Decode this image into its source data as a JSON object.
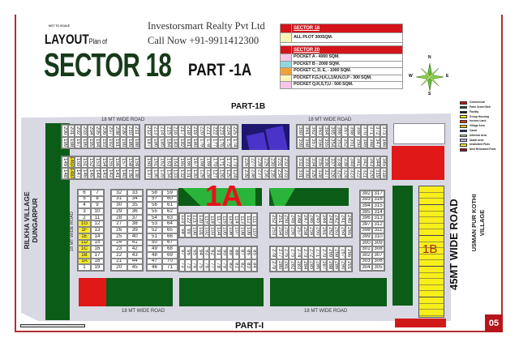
{
  "header": {
    "not_to_scale": "NOT TO SCALE",
    "layout": "LAYOUT",
    "plan_of": "Plan of",
    "sector": "SECTOR 18",
    "part": "PART -1A",
    "company": "Investorsmart Realty Pvt Ltd",
    "phone": "Call Now +91-9911412300"
  },
  "size_table": {
    "rows": [
      {
        "label": "SECTOR 18",
        "header": true,
        "color": "#d4141b"
      },
      {
        "label": "ALL PLOT  300SQM.",
        "header": false,
        "color": "#fbf6b8"
      },
      {
        "label": "SECTOR 20",
        "header": true,
        "color": "#d4141b"
      },
      {
        "label": "POCKET A   - 4000 SQM.",
        "header": false,
        "color": "#f6c6ea"
      },
      {
        "label": "POCKET B   - 2000 SQM.",
        "header": false,
        "color": "#8fd8e0"
      },
      {
        "label": "POCKET C, D, E, - 1000 SQM.",
        "header": false,
        "color": "#f3a23a"
      },
      {
        "label": "POCKET  F,G,H,K,I,J,M,N,O,P  - 300 SQM.",
        "header": false,
        "color": "#fbf6b8"
      },
      {
        "label": "POCKET Q,R,S,T,U  - 500 SQM.",
        "header": false,
        "color": "#f6c6ea"
      }
    ]
  },
  "compass": {
    "north": "N",
    "south": "S",
    "east": "E",
    "west": "W"
  },
  "map_key": [
    {
      "label": "Commercial",
      "color": "#c0141b"
    },
    {
      "label": "Park/ Green Belt",
      "color": "#0b5c16"
    },
    {
      "label": "Facility",
      "color": "#111111"
    },
    {
      "label": "Group Housing",
      "color": "#f2e81e"
    },
    {
      "label": "Income Land",
      "color": "#d9361c"
    },
    {
      "label": "Village Area",
      "color": "#f4c520"
    },
    {
      "label": "Canal",
      "color": "#1a2a9c"
    },
    {
      "label": "Informal Area",
      "color": "#a9dfc6"
    },
    {
      "label": "Abadi Area",
      "color": "#b8b8e8"
    },
    {
      "label": "Unallotted Plots",
      "color": "#f7ee1c"
    },
    {
      "label": "New Relocated Plots",
      "color": "#9c1027"
    }
  ],
  "labels": {
    "part_1b": "PART-1B",
    "part_1": "PART-I",
    "road_top_left": "18 MT WIDE  ROAD",
    "road_top_right": "18 MT WIDE  ROAD",
    "road_bottom_left": "18 MT WIDE  ROAD",
    "road_bottom_right": "18 MT WIDE  ROAD",
    "road_left_vertical": "18 MT WIDE  ROAD",
    "road_45": "45MT WIDE ROAD",
    "village_left": "RILKHA VILLAGE DUNGARPUR",
    "village_right": "USMAN PUR KOTHI VILLAGE",
    "zone_1a": "1A",
    "zone_1b": "1B",
    "page_number": "05"
  },
  "highlighted_plots": [
    "149A",
    "148A",
    "1G",
    "1F",
    "1E",
    "1D",
    "1C",
    "1B",
    "1A"
  ],
  "plot_blocks": [
    {
      "id": "r1",
      "rows": [
        [
          "200",
          "201",
          "202",
          "203",
          "204",
          "205",
          "206",
          "207",
          "208",
          "209",
          "210",
          "211"
        ],
        [
          "199",
          "198",
          "197",
          "196",
          "195",
          "194",
          "193",
          "192",
          "191",
          "190",
          "189",
          "188"
        ]
      ]
    },
    {
      "id": "r2",
      "rows": [
        [
          "212",
          "213",
          "214",
          "215",
          "216",
          "217",
          "218",
          "219",
          "220",
          "221",
          "222",
          "223",
          "224",
          "225"
        ],
        [
          "187",
          "186",
          "185",
          "184",
          "183",
          "182",
          "181",
          "180",
          "179",
          "178",
          "177",
          "176",
          "175",
          "174"
        ]
      ]
    },
    {
      "id": "r3",
      "rows": [
        [
          "360",
          "361",
          "362",
          "363",
          "364",
          "365",
          "366",
          "367",
          "368",
          "369",
          "370",
          "371",
          "372",
          "373"
        ],
        [
          "359",
          "358",
          "357",
          "356",
          "355",
          "354",
          "353",
          "352",
          "351",
          "350",
          "349",
          "348",
          "347",
          "346"
        ]
      ]
    },
    {
      "id": "r4",
      "rows": [
        [
          "149",
          "149A",
          "150",
          "151",
          "152",
          "153",
          "154",
          "155",
          "156",
          "157",
          "158",
          "159"
        ],
        [
          "148",
          "148A",
          "147",
          "146",
          "145",
          "144",
          "143",
          "142",
          "141",
          "140",
          "139",
          "138"
        ]
      ]
    },
    {
      "id": "r5",
      "rows": [
        [
          "160",
          "161",
          "162",
          "163",
          "164",
          "165",
          "166",
          "167",
          "168",
          "169",
          "170",
          "171",
          "172",
          "173"
        ],
        [
          "137",
          "136",
          "135",
          "134",
          "133",
          "132",
          "131",
          "130",
          "129",
          "128",
          "127",
          "126",
          "125",
          "124"
        ]
      ]
    },
    {
      "id": "r6",
      "rows": [
        [
          "226",
          "227",
          "228",
          "229",
          "230",
          "231",
          "232"
        ],
        [
          "239",
          "238",
          "237",
          "236",
          "235",
          "234",
          "233"
        ]
      ]
    },
    {
      "id": "r7",
      "rows": [
        [
          "332",
          "333",
          "334",
          "335",
          "336",
          "337",
          "338",
          "339",
          "340",
          "341",
          "342",
          "343",
          "344",
          "345"
        ],
        [
          "331",
          "330",
          "329",
          "328",
          "327",
          "326",
          "325",
          "324",
          "323",
          "322",
          "321",
          "320",
          "319",
          "318"
        ]
      ]
    },
    {
      "id": "r8",
      "rows": [
        [
          "123",
          "122",
          "121",
          "120",
          "119",
          "118",
          "117",
          "116",
          "115",
          "114",
          "113",
          "112",
          "111"
        ],
        [
          "98",
          "99",
          "100",
          "101",
          "102",
          "103",
          "104",
          "105",
          "106",
          "107",
          "108",
          "109",
          "110"
        ]
      ]
    },
    {
      "id": "r9",
      "rows": [
        [
          "97",
          "96",
          "95",
          "94",
          "93",
          "92",
          "91",
          "90",
          "89",
          "88",
          "87",
          "86",
          "85"
        ],
        [
          "72",
          "73",
          "74",
          "75",
          "76",
          "77",
          "78",
          "79",
          "80",
          "81",
          "82",
          "83",
          "84"
        ]
      ]
    },
    {
      "id": "r10",
      "rows": [
        [
          "252",
          "251",
          "250",
          "249",
          "248",
          "247",
          "246",
          "245",
          "244",
          "243",
          "242",
          "241",
          "240"
        ],
        [
          "253",
          "254",
          "255",
          "256",
          "257",
          "258",
          "259",
          "260",
          "261",
          "262",
          "263",
          "264",
          "265"
        ]
      ]
    },
    {
      "id": "r11",
      "rows": [
        [
          "278",
          "277",
          "276",
          "275",
          "274",
          "273",
          "272",
          "271",
          "270",
          "269",
          "268",
          "267",
          "266"
        ],
        [
          "279",
          "280",
          "281",
          "282",
          "283",
          "284",
          "285",
          "286",
          "287",
          "288",
          "289",
          "290",
          "291"
        ]
      ]
    }
  ],
  "pair_blocks": [
    {
      "id": "p1",
      "pairs": [
        [
          "6",
          "7"
        ],
        [
          "5",
          "8"
        ],
        [
          "4",
          "9"
        ],
        [
          "3",
          "10"
        ],
        [
          "2",
          "11"
        ],
        [
          "1G",
          "12"
        ],
        [
          "1F",
          "13"
        ],
        [
          "1E",
          "14"
        ],
        [
          "1D",
          "15"
        ],
        [
          "1C",
          "16"
        ],
        [
          "1B",
          "17"
        ],
        [
          "1A",
          "18"
        ],
        [
          "1",
          "19"
        ]
      ]
    },
    {
      "id": "p2",
      "pairs": [
        [
          "32",
          "33"
        ],
        [
          "31",
          "34"
        ],
        [
          "30",
          "35"
        ],
        [
          "29",
          "36"
        ],
        [
          "28",
          "37"
        ],
        [
          "27",
          "38"
        ],
        [
          "26",
          "39"
        ],
        [
          "25",
          "40"
        ],
        [
          "24",
          "41"
        ],
        [
          "23",
          "42"
        ],
        [
          "22",
          "43"
        ],
        [
          "21",
          "44"
        ],
        [
          "20",
          "45"
        ]
      ]
    },
    {
      "id": "p3",
      "pairs": [
        [
          "58",
          "59"
        ],
        [
          "57",
          "60"
        ],
        [
          "56",
          "61"
        ],
        [
          "55",
          "62"
        ],
        [
          "54",
          "63"
        ],
        [
          "53",
          "64"
        ],
        [
          "52",
          "65"
        ],
        [
          "51",
          "66"
        ],
        [
          "50",
          "67"
        ],
        [
          "49",
          "68"
        ],
        [
          "48",
          "69"
        ],
        [
          "47",
          "70"
        ],
        [
          "46",
          "71"
        ]
      ]
    },
    {
      "id": "p4",
      "pairs": [
        [
          "392",
          "317"
        ],
        [
          "393",
          "316"
        ],
        [
          "394",
          "315"
        ],
        [
          "395",
          "314"
        ],
        [
          "396",
          "313"
        ],
        [
          "397",
          "312"
        ],
        [
          "398",
          "311"
        ],
        [
          "399",
          "310"
        ],
        [
          "300",
          "309"
        ],
        [
          "301",
          "308"
        ],
        [
          "302",
          "307"
        ],
        [
          "303",
          "306"
        ],
        [
          "304",
          "305"
        ]
      ]
    }
  ]
}
